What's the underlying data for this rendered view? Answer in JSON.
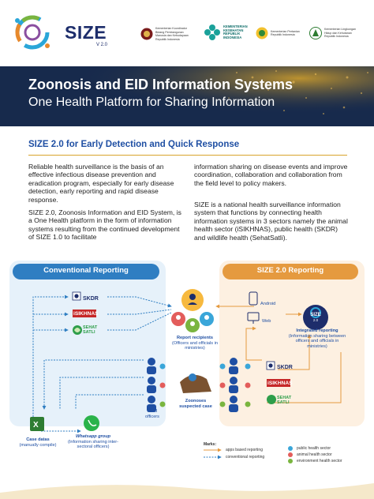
{
  "header": {
    "app_name": "SIZE",
    "version": "V 2.0",
    "partner_logos": [
      {
        "label": "Kementerian Koordinator Bidang Pembangunan Manusia dan Kebudayaan Republik Indonesia"
      },
      {
        "label": "KEMENTERIAN KESEHATAN REPUBLIK INDONESIA"
      },
      {
        "label": "Kementerian Pertanian Republik Indonesia"
      },
      {
        "label": "Kementerian Lingkungan Hidup dan Kehutanan Republik Indonesia"
      }
    ]
  },
  "banner": {
    "title": "Zoonosis and EID Information Systems",
    "subtitle": "One Health Platform for Sharing Information"
  },
  "section": {
    "heading": "SIZE 2.0 for Early Detection and Quick Response",
    "col1_p1": "Reliable health surveillance is the basis of an effective infectious disease prevention and eradication program, especially for early disease detection, early reporting and rapid disease response.",
    "col1_p2": "SIZE 2.0, Zoonosis Information and EID System, is a One Health platform in the form of information systems resulting from the continued development of SIZE 1.0 to facilitate",
    "col2_p1": "information sharing on disease events and improve coordination, collaboration and collaboration from the field level to policy makers.",
    "col2_p2": "SIZE is a national health surveillance information system that functions by connecting health information systems in 3 sectors namely the animal health sector (iSIKHNAS), public health (SKDR) and wildlife health (SehatSatli)."
  },
  "diagram": {
    "conventional_title": "Conventional Reporting",
    "size_title": "SIZE 2.0 Reporting",
    "systems": {
      "skdr": "SKDR",
      "isikhnas": "iSIKHNAS",
      "sehatsatli_1": "SEHAT",
      "sehatsatli_2": "SATLI"
    },
    "report_recipients": "Report recipients",
    "report_recipients_sub": "(Officers and officials in ministries)",
    "android": "Android",
    "web": "Web",
    "size_badge": "SIZE",
    "size_badge_ver": "2.0",
    "integrated": "Integrated reporting",
    "integrated_sub": "(Information sharing between officers and officials in ministries)",
    "field_officers": "Field officers",
    "zoonoses": "Zoonoses suspected case",
    "case_datas": "Case datas",
    "case_datas_sub": "(manually compile)",
    "whatsapp": "Whatsapp group",
    "whatsapp_sub": "(Information sharing inter-sectoral officers)",
    "marks_title": "Marks:",
    "legend": {
      "apps": "apps based reporting",
      "conventional": "conventional reporting",
      "public": "public health sector",
      "animal": "animal health sector",
      "environment": "environment health sector"
    }
  },
  "colors": {
    "navy": "#172a4c",
    "heading_blue": "#1f4fa3",
    "gold": "#d8a42b",
    "conv_bg": "#e6f1fa",
    "size_bg": "#fdf0e1",
    "conv_header": "#2f7ec2",
    "size_header": "#e59a3f"
  }
}
